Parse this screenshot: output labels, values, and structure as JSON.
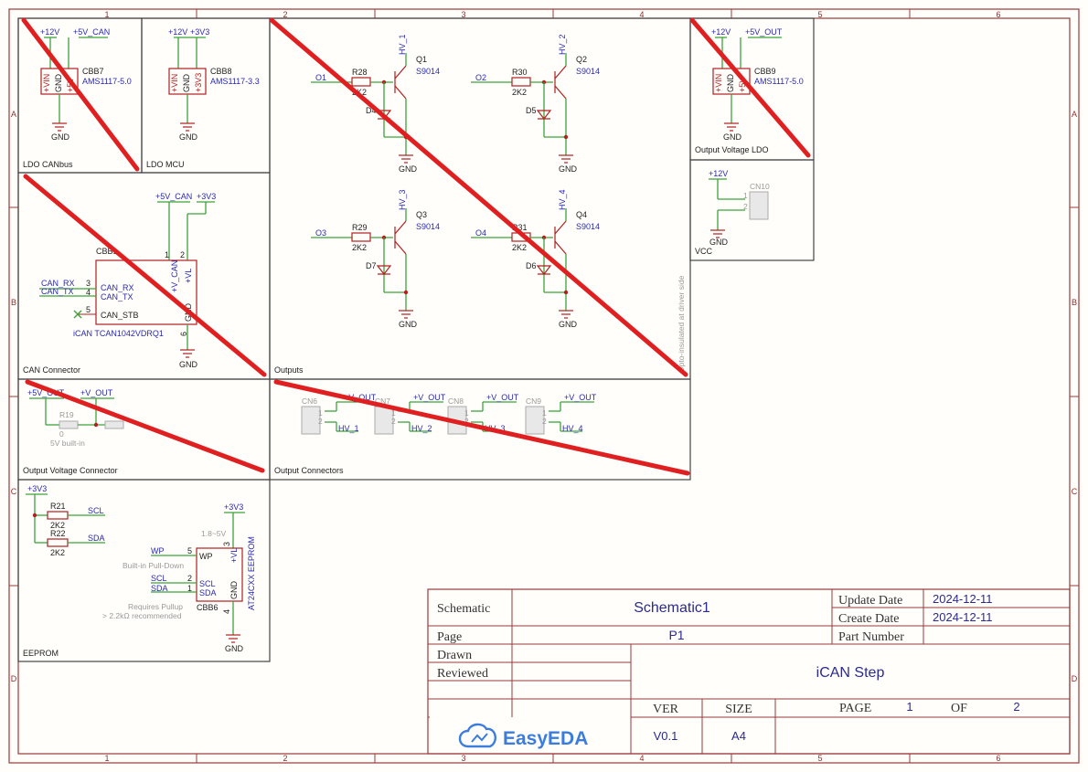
{
  "ruler": {
    "columns": [
      "1",
      "2",
      "3",
      "4",
      "5",
      "6"
    ],
    "rows": [
      "A",
      "B",
      "C",
      "D"
    ]
  },
  "blocks": {
    "ldo_canbus": {
      "title": "LDO CANbus",
      "pwr_in": "+12V",
      "pwr_out": "+5V_CAN",
      "ref": "CBB7",
      "part": "AMS1117-5.0",
      "pin_vin": "+VIN",
      "pin_gnd": "GND",
      "pin_vo": "+5V",
      "gnd": "GND"
    },
    "ldo_mcu": {
      "title": "LDO MCU",
      "pwr_in": "+12V",
      "pwr_out": "+3V3",
      "ref": "CBB8",
      "part": "AMS1117-3.3",
      "pin_vin": "+VIN",
      "pin_gnd": "GND",
      "pin_vo": "+3V3",
      "gnd": "GND"
    },
    "outputs": {
      "title": "Outputs",
      "note": "Opto-insulated at driver side",
      "channels": [
        {
          "in": "O1",
          "res": "R28",
          "rval": "2K2",
          "diode": "D4",
          "q": "Q1",
          "qpart": "S9014",
          "hv": "HV_1",
          "gnd": "GND"
        },
        {
          "in": "O2",
          "res": "R30",
          "rval": "2K2",
          "diode": "D5",
          "q": "Q2",
          "qpart": "S9014",
          "hv": "HV_2",
          "gnd": "GND"
        },
        {
          "in": "O3",
          "res": "R29",
          "rval": "2K2",
          "diode": "D7",
          "q": "Q3",
          "qpart": "S9014",
          "hv": "HV_3",
          "gnd": "GND"
        },
        {
          "in": "O4",
          "res": "R31",
          "rval": "2K2",
          "diode": "D6",
          "q": "Q4",
          "qpart": "S9014",
          "hv": "HV_4",
          "gnd": "GND"
        }
      ]
    },
    "ldo_output": {
      "title": "Output Voltage LDO",
      "pwr_in": "+12V",
      "pwr_out": "+5V_OUT",
      "ref": "CBB9",
      "part": "AMS1117-5.0",
      "pin_vin": "+VIN",
      "pin_gnd": "GND",
      "pin_vo": "+5V",
      "gnd": "GND"
    },
    "vcc": {
      "title": "VCC",
      "pwr": "+12V",
      "ref": "CN10",
      "gnd": "GND",
      "pin1": "1",
      "pin2": "2"
    },
    "can": {
      "title": "CAN Connector",
      "ref": "CBB1",
      "part": "iCAN TCAN1042VDRQ1",
      "pwr1": "+5V_CAN",
      "pwr2": "+3V3",
      "pin1": "1",
      "pin2": "2",
      "pin3": "3",
      "pin4": "4",
      "pin5": "5",
      "pin6": "6",
      "net_rx": "CAN_RX",
      "net_tx": "CAN_TX",
      "p_rx": "CAN_RX",
      "p_tx": "CAN_TX",
      "p_stb": "CAN_STB",
      "p_vcan": "+V_CAN",
      "p_vl": "+VL",
      "p_gnd": "GND",
      "gnd": "GND"
    },
    "out_conn": {
      "title": "Output Voltage Connector",
      "net1": "+5V_OUT",
      "net2": "+V_OUT",
      "res": "R19",
      "rval": "0",
      "note": "5V built-in"
    },
    "connectors": {
      "title": "Output Connectors",
      "items": [
        {
          "ref": "CN6",
          "net": "+V_OUT",
          "hv": "HV_1"
        },
        {
          "ref": "CN7",
          "net": "+V_OUT",
          "hv": "HV_2"
        },
        {
          "ref": "CN8",
          "net": "+V_OUT",
          "hv": "HV_3"
        },
        {
          "ref": "CN9",
          "net": "+V_OUT",
          "hv": "HV_4"
        }
      ],
      "pin1": "1",
      "pin2": "2"
    },
    "eeprom": {
      "title": "EEPROM",
      "pwr": "+3V3",
      "r1": "R21",
      "r1val": "2K2",
      "r2": "R22",
      "r2val": "2K2",
      "net_scl": "SCL",
      "net_sda": "SDA",
      "ic_pwr": "+3V3",
      "volt": "1.8~5V",
      "wp": "WP",
      "wp_note": "Built-in Pull-Down",
      "pullup_1": "Requires Pullup",
      "pullup_2": "> 2.2kΩ recommended",
      "ref": "CBB6",
      "part": "AT24CXX EEPROM",
      "p_wp": "WP",
      "p_scl": "SCL",
      "p_sda": "SDA",
      "p_vl": "+VL",
      "p_gnd": "GND",
      "n5": "5",
      "n2": "2",
      "n1": "1",
      "n3": "3",
      "n4": "4",
      "gnd": "GND"
    }
  },
  "title_block": {
    "schematic_label": "Schematic",
    "schematic_name": "Schematic1",
    "page_label": "Page",
    "page_name": "P1",
    "drawn_label": "Drawn",
    "reviewed_label": "Reviewed",
    "update_label": "Update Date",
    "update_value": "2024-12-11",
    "create_label": "Create Date",
    "create_value": "2024-12-11",
    "part_label": "Part Number",
    "part_value": "",
    "project": "iCAN Step",
    "ver_label": "VER",
    "ver_value": "V0.1",
    "size_label": "SIZE",
    "size_value": "A4",
    "pg_label": "PAGE",
    "pg_value": "1",
    "of_label": "OF",
    "of_value": "2",
    "logo": "EasyEDA"
  },
  "colors": {
    "frame": "#9a3a3a",
    "wire": "#3aa33a",
    "component": "#b02020",
    "net_text": "#2a2ab0",
    "strike": "#e02020",
    "paper": "#fffefb"
  }
}
